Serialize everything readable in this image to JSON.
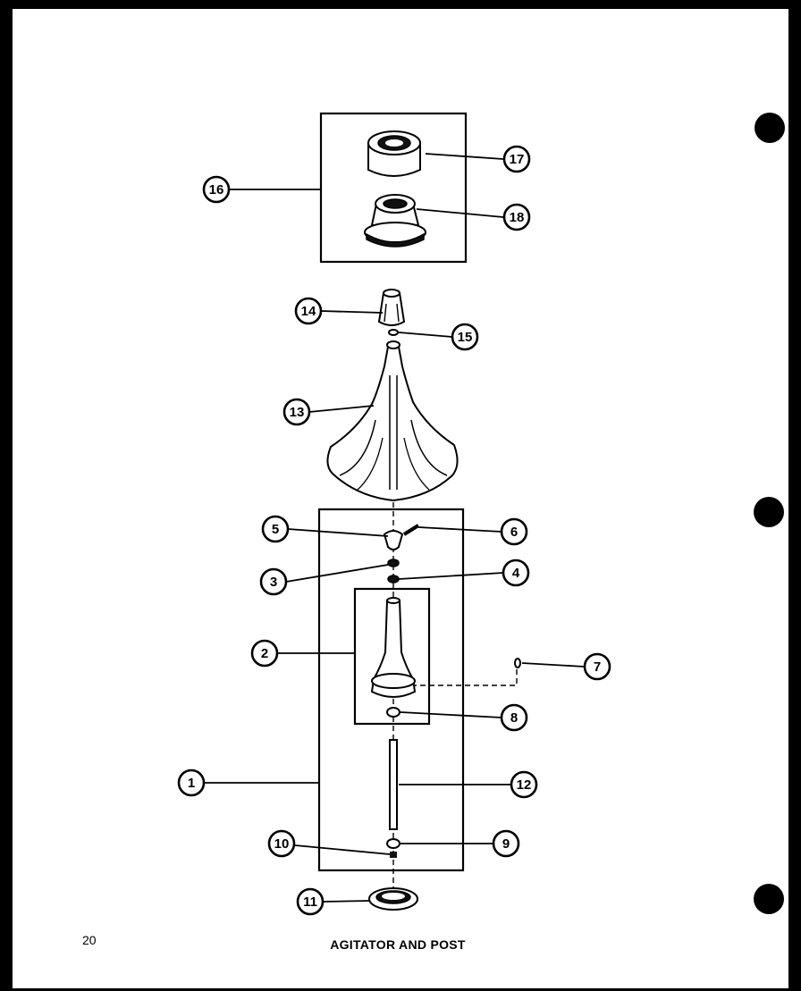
{
  "page_number": "20",
  "caption": "AGITATOR AND POST",
  "callouts": {
    "c1": "1",
    "c2": "2",
    "c3": "3",
    "c4": "4",
    "c5": "5",
    "c6": "6",
    "c7": "7",
    "c8": "8",
    "c9": "9",
    "c10": "10",
    "c11": "11",
    "c12": "12",
    "c13": "13",
    "c14": "14",
    "c15": "15",
    "c16": "16",
    "c17": "17",
    "c18": "18"
  }
}
